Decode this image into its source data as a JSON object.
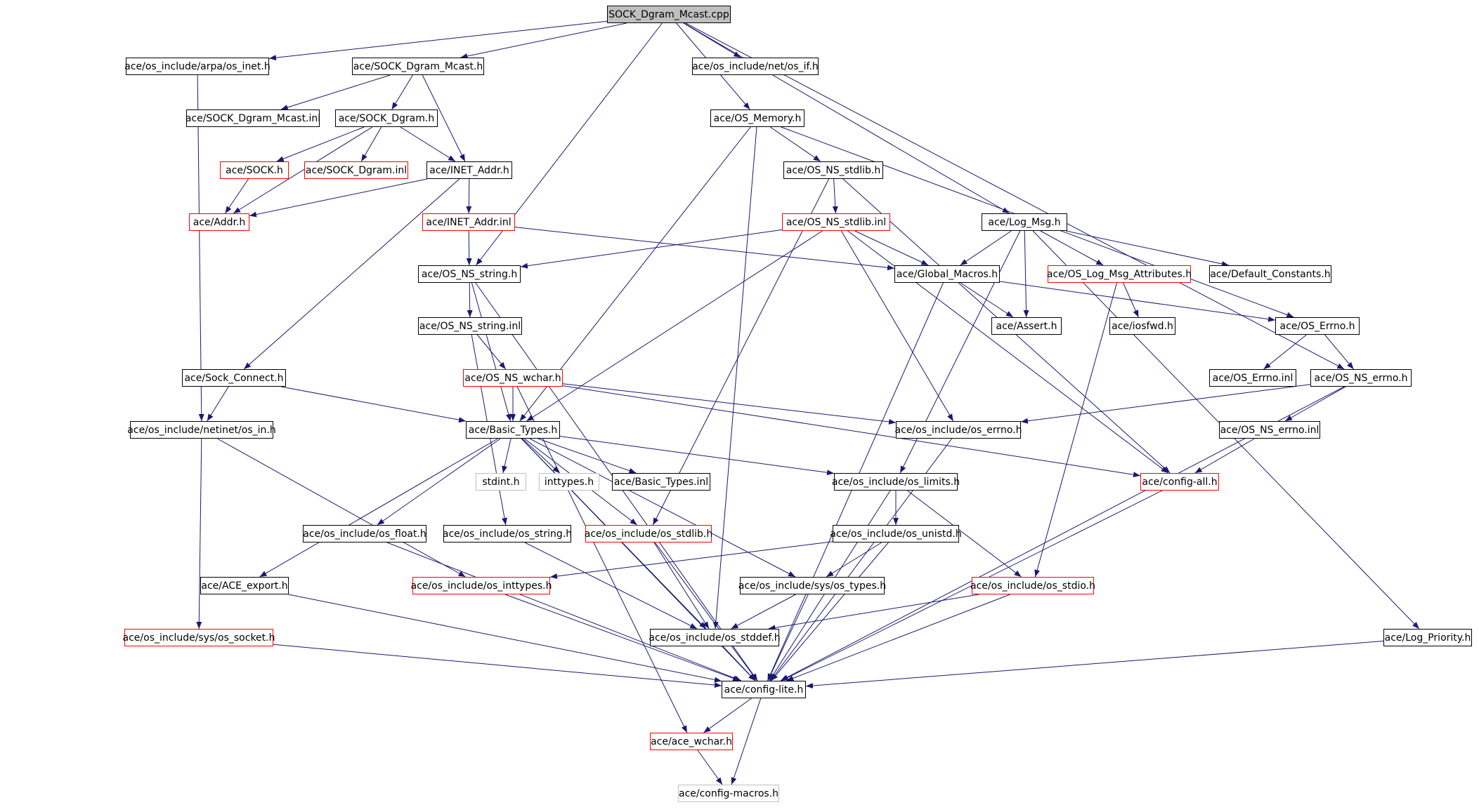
{
  "graph": {
    "root": "n0",
    "colors": {
      "edge": "#191970",
      "normal_border": "#000000",
      "missing_border": "#ff0000",
      "external_border": "#bfbfbf",
      "root_fill": "#bfbfbf"
    },
    "nodes": [
      {
        "id": "n0",
        "label": "SOCK_Dgram_Mcast.cpp",
        "style": "root"
      },
      {
        "id": "n1",
        "label": "ace/os_include/arpa/os_inet.h",
        "style": "normal"
      },
      {
        "id": "n2",
        "label": "ace/SOCK_Dgram_Mcast.h",
        "style": "normal"
      },
      {
        "id": "n3",
        "label": "ace/os_include/net/os_if.h",
        "style": "normal"
      },
      {
        "id": "n4",
        "label": "ace/SOCK_Dgram_Mcast.inl",
        "style": "normal"
      },
      {
        "id": "n5",
        "label": "ace/SOCK_Dgram.h",
        "style": "normal"
      },
      {
        "id": "n6",
        "label": "ace/OS_Memory.h",
        "style": "normal"
      },
      {
        "id": "n7",
        "label": "ace/SOCK.h",
        "style": "red"
      },
      {
        "id": "n8",
        "label": "ace/SOCK_Dgram.inl",
        "style": "red"
      },
      {
        "id": "n9",
        "label": "ace/INET_Addr.h",
        "style": "normal"
      },
      {
        "id": "n10",
        "label": "ace/OS_NS_stdlib.h",
        "style": "normal"
      },
      {
        "id": "n11",
        "label": "ace/Addr.h",
        "style": "red"
      },
      {
        "id": "n12",
        "label": "ace/INET_Addr.inl",
        "style": "red"
      },
      {
        "id": "n13",
        "label": "ace/OS_NS_stdlib.inl",
        "style": "red"
      },
      {
        "id": "n14",
        "label": "ace/Log_Msg.h",
        "style": "normal"
      },
      {
        "id": "n15",
        "label": "ace/OS_NS_string.h",
        "style": "normal"
      },
      {
        "id": "n16",
        "label": "ace/Global_Macros.h",
        "style": "normal"
      },
      {
        "id": "n17",
        "label": "ace/OS_Log_Msg_Attributes.h",
        "style": "red"
      },
      {
        "id": "n18",
        "label": "ace/Default_Constants.h",
        "style": "normal"
      },
      {
        "id": "n19",
        "label": "ace/OS_NS_string.inl",
        "style": "normal"
      },
      {
        "id": "n20",
        "label": "ace/Assert.h",
        "style": "normal"
      },
      {
        "id": "n21",
        "label": "ace/iosfwd.h",
        "style": "normal"
      },
      {
        "id": "n22",
        "label": "ace/OS_Errno.h",
        "style": "normal"
      },
      {
        "id": "n23",
        "label": "ace/Sock_Connect.h",
        "style": "normal"
      },
      {
        "id": "n24",
        "label": "ace/OS_NS_wchar.h",
        "style": "red"
      },
      {
        "id": "n25",
        "label": "ace/OS_Errno.inl",
        "style": "normal"
      },
      {
        "id": "n26",
        "label": "ace/OS_NS_errno.h",
        "style": "normal"
      },
      {
        "id": "n27",
        "label": "ace/os_include/netinet/os_in.h",
        "style": "normal"
      },
      {
        "id": "n28",
        "label": "ace/Basic_Types.h",
        "style": "normal"
      },
      {
        "id": "n29",
        "label": "ace/os_include/os_errno.h",
        "style": "normal"
      },
      {
        "id": "n30",
        "label": "ace/OS_NS_errno.inl",
        "style": "normal"
      },
      {
        "id": "n31",
        "label": "stdint.h",
        "style": "gray"
      },
      {
        "id": "n32",
        "label": "inttypes.h",
        "style": "gray"
      },
      {
        "id": "n33",
        "label": "ace/Basic_Types.inl",
        "style": "normal"
      },
      {
        "id": "n34",
        "label": "ace/os_include/os_limits.h",
        "style": "normal"
      },
      {
        "id": "n35",
        "label": "ace/config-all.h",
        "style": "red"
      },
      {
        "id": "n36",
        "label": "ace/os_include/os_float.h",
        "style": "normal"
      },
      {
        "id": "n37",
        "label": "ace/os_include/os_string.h",
        "style": "normal"
      },
      {
        "id": "n38",
        "label": "ace/os_include/os_stdlib.h",
        "style": "red"
      },
      {
        "id": "n39",
        "label": "ace/os_include/os_unistd.h",
        "style": "normal"
      },
      {
        "id": "n40",
        "label": "ace/ACE_export.h",
        "style": "normal"
      },
      {
        "id": "n41",
        "label": "ace/os_include/os_inttypes.h",
        "style": "red"
      },
      {
        "id": "n42",
        "label": "ace/os_include/sys/os_types.h",
        "style": "normal"
      },
      {
        "id": "n43",
        "label": "ace/os_include/os_stdio.h",
        "style": "red"
      },
      {
        "id": "n44",
        "label": "ace/os_include/sys/os_socket.h",
        "style": "red"
      },
      {
        "id": "n45",
        "label": "ace/os_include/os_stddef.h",
        "style": "normal"
      },
      {
        "id": "n46",
        "label": "ace/Log_Priority.h",
        "style": "normal"
      },
      {
        "id": "n47",
        "label": "ace/config-lite.h",
        "style": "normal"
      },
      {
        "id": "n48",
        "label": "ace/ace_wchar.h",
        "style": "red"
      },
      {
        "id": "n49",
        "label": "ace/config-macros.h",
        "style": "gray"
      }
    ],
    "edges": [
      [
        "n0",
        "n1"
      ],
      [
        "n0",
        "n2"
      ],
      [
        "n0",
        "n3"
      ],
      [
        "n0",
        "n6"
      ],
      [
        "n0",
        "n14"
      ],
      [
        "n0",
        "n15"
      ],
      [
        "n0",
        "n26"
      ],
      [
        "n1",
        "n27"
      ],
      [
        "n2",
        "n4"
      ],
      [
        "n2",
        "n5"
      ],
      [
        "n2",
        "n9"
      ],
      [
        "n5",
        "n7"
      ],
      [
        "n5",
        "n8"
      ],
      [
        "n5",
        "n9"
      ],
      [
        "n5",
        "n11"
      ],
      [
        "n7",
        "n11"
      ],
      [
        "n9",
        "n11"
      ],
      [
        "n9",
        "n12"
      ],
      [
        "n9",
        "n23"
      ],
      [
        "n12",
        "n15"
      ],
      [
        "n12",
        "n16"
      ],
      [
        "n6",
        "n10"
      ],
      [
        "n6",
        "n22"
      ],
      [
        "n6",
        "n28"
      ],
      [
        "n6",
        "n45"
      ],
      [
        "n10",
        "n13"
      ],
      [
        "n10",
        "n38"
      ],
      [
        "n10",
        "n35"
      ],
      [
        "n13",
        "n15"
      ],
      [
        "n13",
        "n16"
      ],
      [
        "n13",
        "n28"
      ],
      [
        "n13",
        "n29"
      ],
      [
        "n13",
        "n35"
      ],
      [
        "n14",
        "n16"
      ],
      [
        "n14",
        "n17"
      ],
      [
        "n14",
        "n18"
      ],
      [
        "n14",
        "n20"
      ],
      [
        "n14",
        "n34"
      ],
      [
        "n14",
        "n46"
      ],
      [
        "n15",
        "n19"
      ],
      [
        "n15",
        "n28"
      ],
      [
        "n15",
        "n47"
      ],
      [
        "n16",
        "n20"
      ],
      [
        "n16",
        "n22"
      ],
      [
        "n16",
        "n47"
      ],
      [
        "n17",
        "n21"
      ],
      [
        "n17",
        "n43"
      ],
      [
        "n19",
        "n24"
      ],
      [
        "n19",
        "n37"
      ],
      [
        "n22",
        "n25"
      ],
      [
        "n22",
        "n26"
      ],
      [
        "n23",
        "n27"
      ],
      [
        "n23",
        "n28"
      ],
      [
        "n24",
        "n28"
      ],
      [
        "n24",
        "n29"
      ],
      [
        "n24",
        "n35"
      ],
      [
        "n24",
        "n48"
      ],
      [
        "n26",
        "n29"
      ],
      [
        "n26",
        "n30"
      ],
      [
        "n26",
        "n47"
      ],
      [
        "n27",
        "n41"
      ],
      [
        "n27",
        "n44"
      ],
      [
        "n28",
        "n31"
      ],
      [
        "n28",
        "n32"
      ],
      [
        "n28",
        "n33"
      ],
      [
        "n28",
        "n34"
      ],
      [
        "n28",
        "n36"
      ],
      [
        "n28",
        "n38"
      ],
      [
        "n28",
        "n40"
      ],
      [
        "n28",
        "n42"
      ],
      [
        "n28",
        "n45"
      ],
      [
        "n28",
        "n47"
      ],
      [
        "n29",
        "n47"
      ],
      [
        "n30",
        "n35"
      ],
      [
        "n34",
        "n39"
      ],
      [
        "n34",
        "n43"
      ],
      [
        "n34",
        "n47"
      ],
      [
        "n35",
        "n47"
      ],
      [
        "n36",
        "n47"
      ],
      [
        "n37",
        "n45"
      ],
      [
        "n38",
        "n45"
      ],
      [
        "n38",
        "n47"
      ],
      [
        "n39",
        "n41"
      ],
      [
        "n39",
        "n42"
      ],
      [
        "n39",
        "n47"
      ],
      [
        "n40",
        "n47"
      ],
      [
        "n41",
        "n47"
      ],
      [
        "n42",
        "n45"
      ],
      [
        "n42",
        "n47"
      ],
      [
        "n43",
        "n45"
      ],
      [
        "n43",
        "n47"
      ],
      [
        "n44",
        "n47"
      ],
      [
        "n45",
        "n47"
      ],
      [
        "n46",
        "n47"
      ],
      [
        "n47",
        "n48"
      ],
      [
        "n47",
        "n49"
      ],
      [
        "n48",
        "n49"
      ]
    ]
  }
}
